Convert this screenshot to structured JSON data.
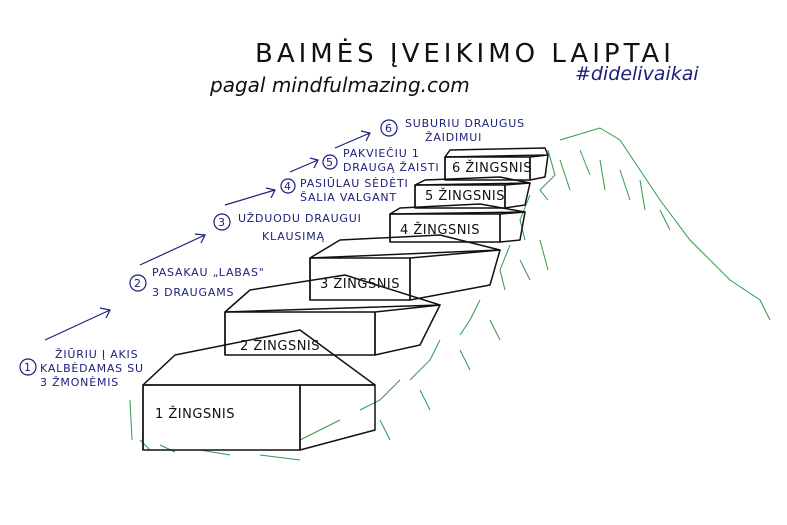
{
  "title": "BAIMĖS ĮVEIKIMO LAIPTAI",
  "subtitle": "pagal mindfulmazing.com",
  "hashtag": "#didelivaikai",
  "steps": [
    {
      "number": "1",
      "label": "1 ŽINGSNIS",
      "action": [
        "ŽIŪRIU Į AKIS",
        "KALBĖDAMAS SU",
        "3 ŽMONĖMIS"
      ]
    },
    {
      "number": "2",
      "label": "2 ŽINGSNIS",
      "action": [
        "PASAKAU „LABAS\"",
        "3 DRAUGAMS"
      ]
    },
    {
      "number": "3",
      "label": "3 ŽINGSNIS",
      "action": [
        "UŽDUODU DRAUGUI",
        "KLAUSIMĄ"
      ]
    },
    {
      "number": "4",
      "label": "4 ŽINGSNIS",
      "action": [
        "PASIŪLAU SĖDĖTI",
        "ŠALIA VALGANT"
      ]
    },
    {
      "number": "5",
      "label": "5 ŽINGSNIS",
      "action": [
        "PAKVIEČIU 1",
        "DRAUGĄ ŽAISTI"
      ]
    },
    {
      "number": "6",
      "label": "6 ŽINGSNIS",
      "action": [
        "SUBURIU DRAUGUS",
        "ŽAIDIMUI"
      ]
    }
  ]
}
